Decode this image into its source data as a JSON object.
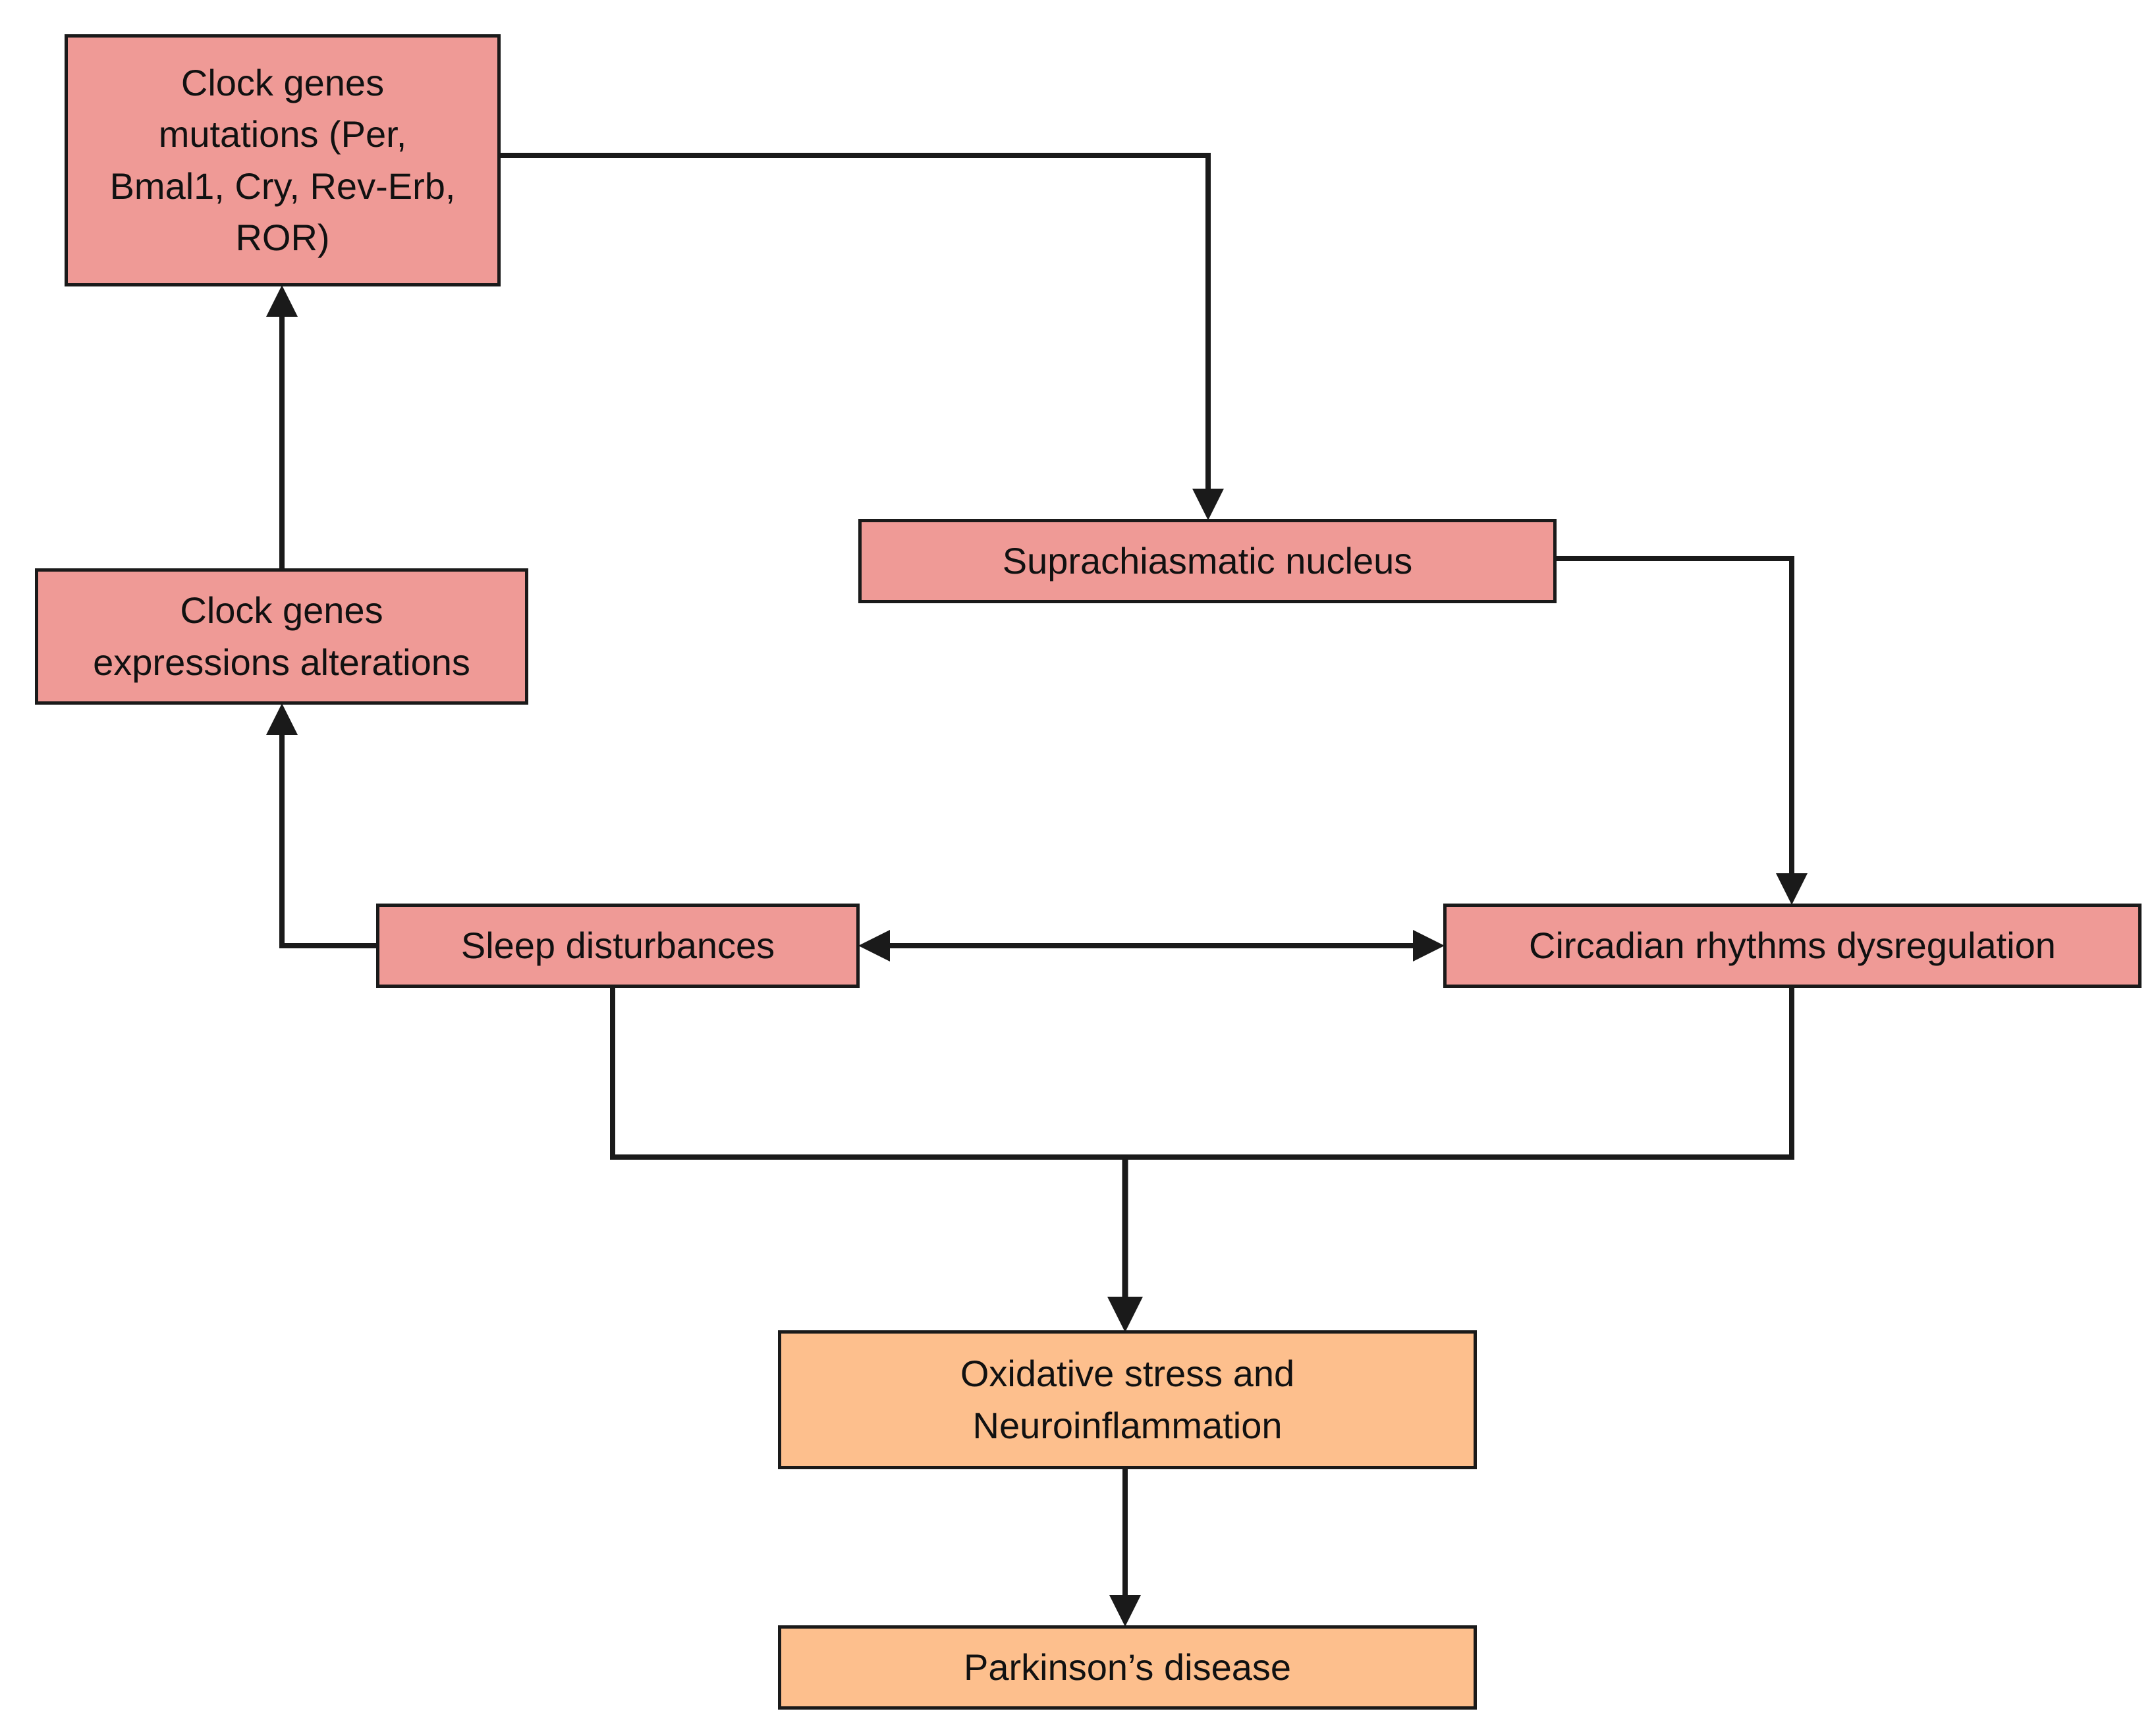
{
  "nodes": {
    "clock_genes_mutations": "Clock genes\nmutations (Per,\nBmal1, Cry, Rev-Erb,\nROR)",
    "clock_genes_expressions": "Clock genes\nexpressions alterations",
    "scn": "Suprachiasmatic nucleus",
    "sleep": "Sleep disturbances",
    "circadian": "Circadian rhythms dysregulation",
    "oxidative": "Oxidative stress and\nNeuroinflammation",
    "parkinsons": "Parkinson’s disease"
  },
  "edges": [
    {
      "from": "clock_genes_mutations",
      "to": "scn"
    },
    {
      "from": "scn",
      "to": "circadian"
    },
    {
      "from": "clock_genes_expressions",
      "to": "clock_genes_mutations"
    },
    {
      "from": "sleep",
      "to": "clock_genes_expressions"
    },
    {
      "from": "sleep",
      "to": "circadian",
      "bidirectional": true
    },
    {
      "from": "sleep",
      "to": "oxidative"
    },
    {
      "from": "circadian",
      "to": "oxidative"
    },
    {
      "from": "oxidative",
      "to": "parkinsons"
    }
  ],
  "colors": {
    "pink": "#ef9a96",
    "orange": "#fdbf8d",
    "line": "#1a1a1a"
  }
}
